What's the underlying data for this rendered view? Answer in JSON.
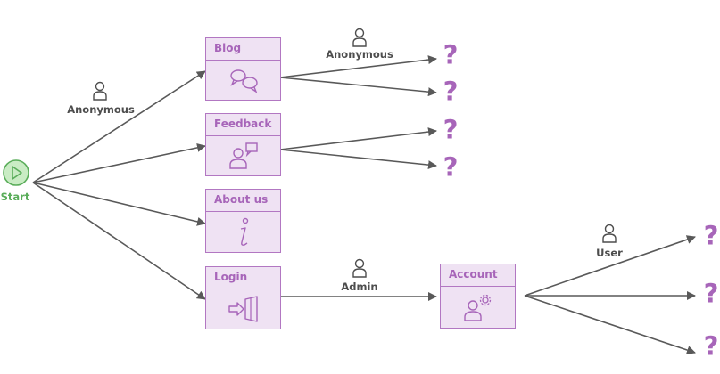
{
  "start": {
    "label": "Start",
    "color": "#5aad5a"
  },
  "pages": [
    {
      "id": "blog",
      "title": "Blog",
      "icon": "chat-bubbles-icon"
    },
    {
      "id": "feedback",
      "title": "Feedback",
      "icon": "user-comment-icon"
    },
    {
      "id": "about",
      "title": "About us",
      "icon": "info-icon"
    },
    {
      "id": "login",
      "title": "Login",
      "icon": "login-door-icon"
    },
    {
      "id": "account",
      "title": "Account",
      "icon": "user-gear-icon"
    }
  ],
  "roles": {
    "anonymous_start": "Anonymous",
    "anonymous_blog": "Anonymous",
    "admin": "Admin",
    "user": "User"
  },
  "unknown_marker": "?",
  "colors": {
    "accent": "#a765b9",
    "box_fill": "#efe2f3",
    "edge": "#595959"
  }
}
